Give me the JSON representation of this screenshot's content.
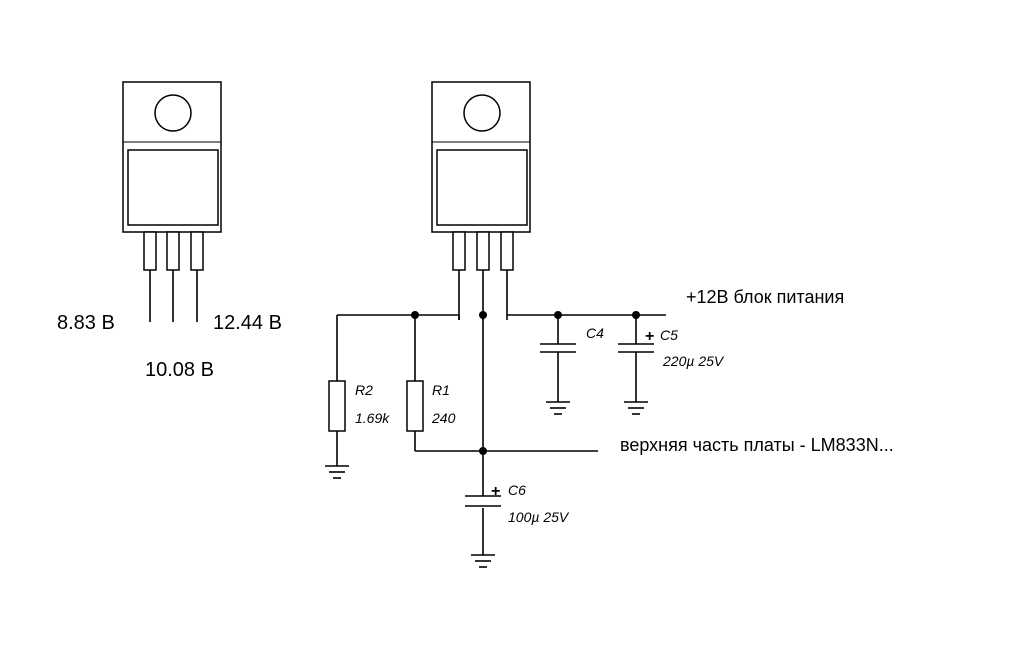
{
  "regulator_left": {
    "pin_voltages": {
      "left": "8.83 B",
      "right": "12.44 B",
      "middle": "10.08 B"
    }
  },
  "circuit": {
    "supply_label": "+12B блок питания",
    "output_label": "верхняя часть платы - LM833N...",
    "components": {
      "R2": {
        "ref": "R2",
        "value": "1.69k"
      },
      "R1": {
        "ref": "R1",
        "value": "240"
      },
      "C4": {
        "ref": "C4"
      },
      "C5": {
        "ref": "C5",
        "value": "220µ 25V",
        "polarity": "+"
      },
      "C6": {
        "ref": "C6",
        "value": "100µ 25V",
        "polarity": "+"
      }
    }
  }
}
